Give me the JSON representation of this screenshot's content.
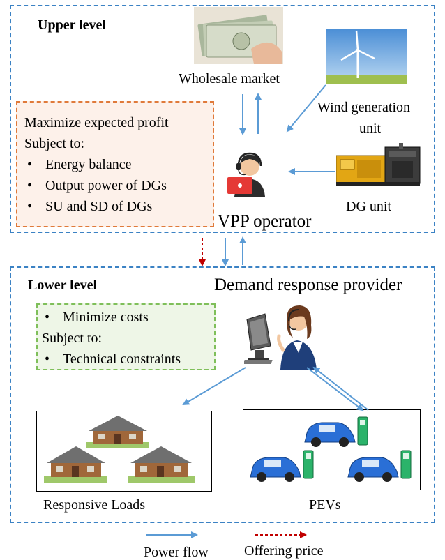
{
  "upper": {
    "title": "Upper level",
    "wholesale_label": "Wholesale market",
    "wind_label_line1": "Wind generation",
    "wind_label_line2": "unit",
    "dg_label": "DG unit",
    "vpp_label": "VPP operator",
    "objective": {
      "line1": "Maximize expected profit",
      "line2": "Subject to:",
      "bullets": [
        "Energy balance",
        "Output power of DGs",
        "SU and SD of DGs"
      ]
    }
  },
  "lower": {
    "title": "Lower level",
    "provider_label": "Demand response provider",
    "objective": {
      "bullet1": "Minimize costs",
      "line2": "Subject to:",
      "bullet2": "Technical constraints"
    },
    "loads_label": "Responsive Loads",
    "pevs_label": "PEVs"
  },
  "legend": {
    "power_flow": "Power flow",
    "offering_price": "Offering price"
  },
  "colors": {
    "blue_arrow": "#5b9bd5",
    "red_arrow": "#c00000",
    "dashed_blue": "#3b82c4",
    "orange_border": "#e07a3a",
    "green_border": "#7fbf5a"
  }
}
